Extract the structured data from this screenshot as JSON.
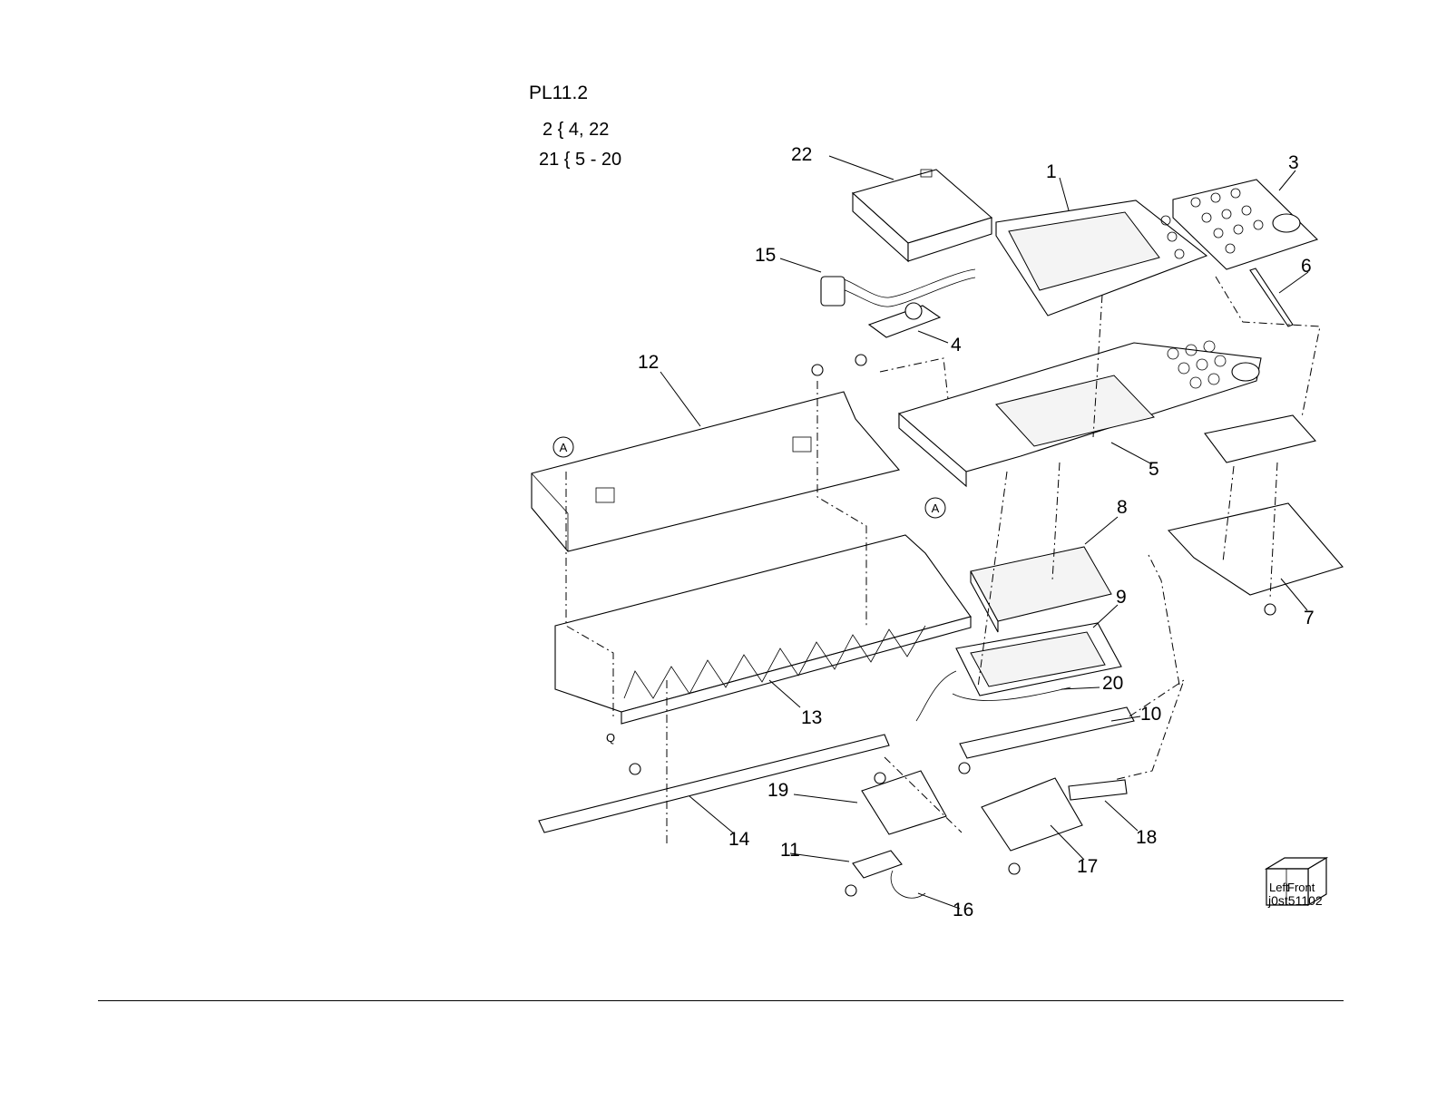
{
  "plate_id": "PL11.2",
  "groups": [
    {
      "text": "2 { 4, 22"
    },
    {
      "text": "21 { 5 - 20"
    }
  ],
  "callouts": [
    "1",
    "3",
    "4",
    "5",
    "6",
    "7",
    "8",
    "9",
    "10",
    "11",
    "12",
    "13",
    "14",
    "15",
    "16",
    "17",
    "18",
    "19",
    "20",
    "22"
  ],
  "ref_marks": {
    "a": "A",
    "q": "Q"
  },
  "orientation_cube": {
    "left": "Left",
    "front": "Front"
  },
  "figure_id": "j0st51102"
}
